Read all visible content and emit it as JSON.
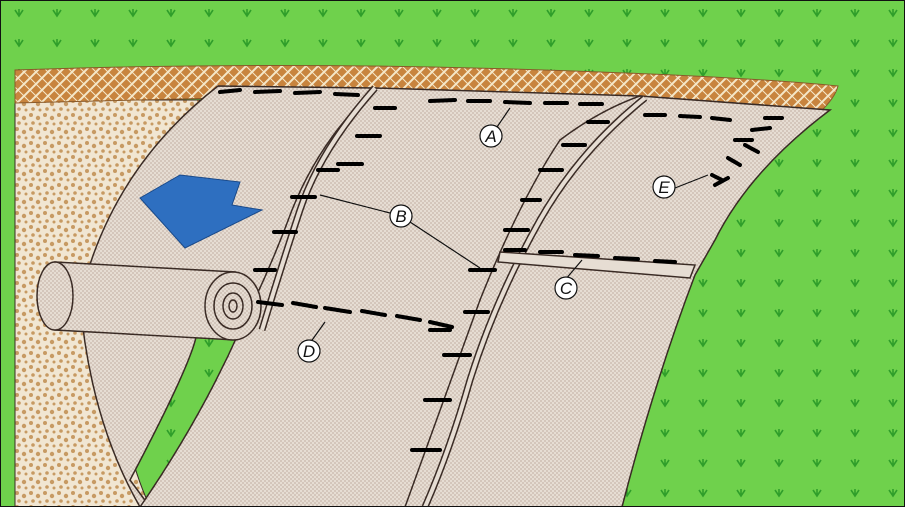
{
  "colors": {
    "grass": "#6fd14c",
    "grass_mark": "#2f9e2a",
    "soil": "#f1e6d2",
    "soil_dot": "#c79a63",
    "crest": "#c8843e",
    "blanket": "#e6ddd3",
    "blanket_dot": "#a78d7f",
    "outline": "#3a2b25",
    "staple": "#000000",
    "arrow": "#2e6fc0"
  },
  "labels": {
    "A": "A",
    "B": "B",
    "C": "C",
    "D": "D",
    "E": "E"
  },
  "icons": {
    "flow_arrow": "downslope-arrow-icon",
    "blanket_roll": "rolled-blanket-icon"
  }
}
